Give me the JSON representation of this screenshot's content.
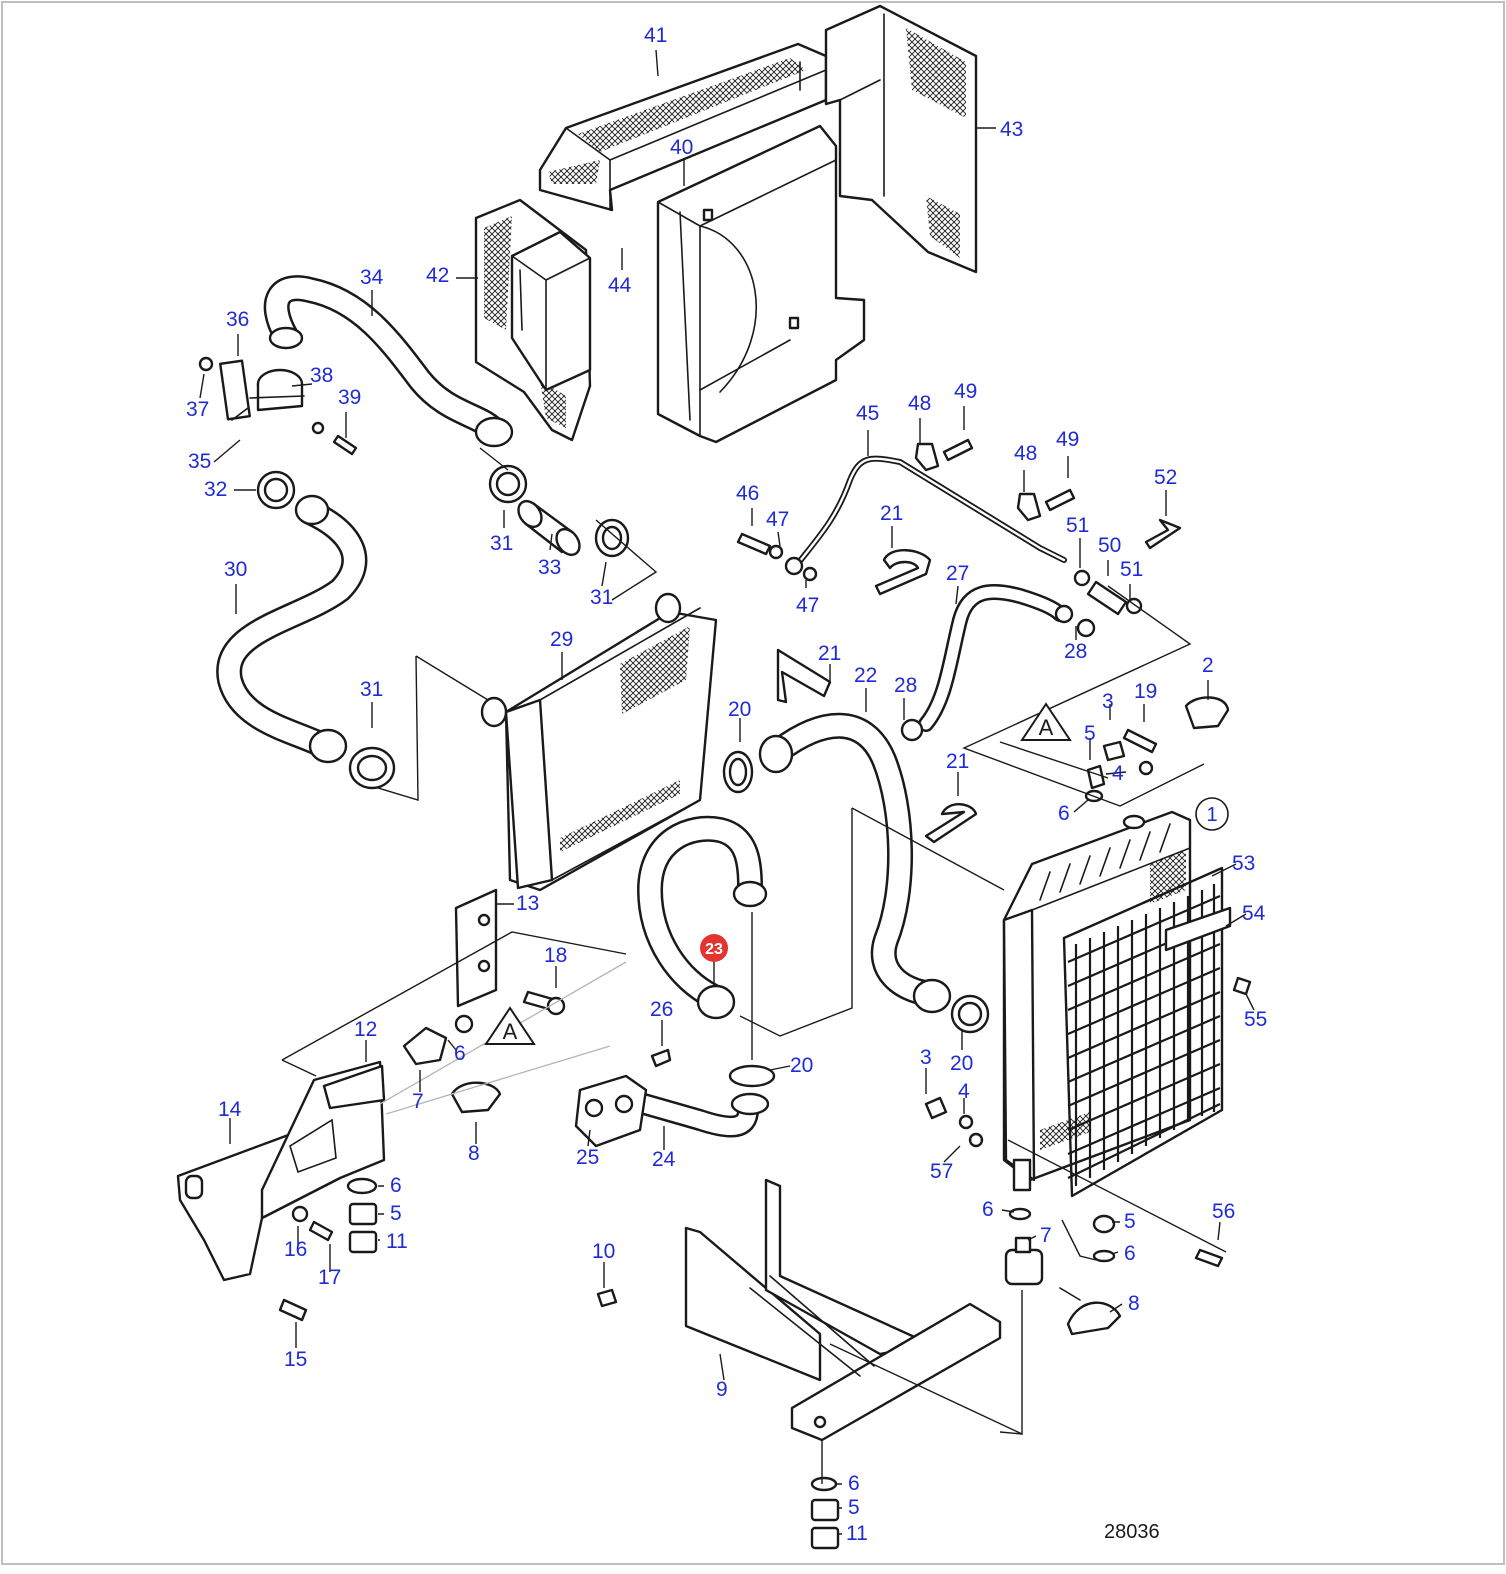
{
  "figure_number": "28036",
  "highlighted_callout": "23",
  "reference_marks": [
    {
      "id": "tri-upper",
      "letter": "A"
    },
    {
      "id": "tri-lower",
      "letter": "A"
    }
  ],
  "circled_label": "1",
  "callouts": [
    {
      "id": "c41",
      "label": "41"
    },
    {
      "id": "c43",
      "label": "43"
    },
    {
      "id": "c40",
      "label": "40"
    },
    {
      "id": "c42",
      "label": "42"
    },
    {
      "id": "c44",
      "label": "44"
    },
    {
      "id": "c34",
      "label": "34"
    },
    {
      "id": "c36",
      "label": "36"
    },
    {
      "id": "c38",
      "label": "38"
    },
    {
      "id": "c39",
      "label": "39"
    },
    {
      "id": "c37",
      "label": "37"
    },
    {
      "id": "c35",
      "label": "35"
    },
    {
      "id": "c32",
      "label": "32"
    },
    {
      "id": "c31a",
      "label": "31"
    },
    {
      "id": "c33",
      "label": "33"
    },
    {
      "id": "c31b",
      "label": "31"
    },
    {
      "id": "c30",
      "label": "30"
    },
    {
      "id": "c29",
      "label": "29"
    },
    {
      "id": "c31c",
      "label": "31"
    },
    {
      "id": "c45",
      "label": "45"
    },
    {
      "id": "c48a",
      "label": "48"
    },
    {
      "id": "c49a",
      "label": "49"
    },
    {
      "id": "c48b",
      "label": "48"
    },
    {
      "id": "c49b",
      "label": "49"
    },
    {
      "id": "c46",
      "label": "46"
    },
    {
      "id": "c47a",
      "label": "47"
    },
    {
      "id": "c47b",
      "label": "47"
    },
    {
      "id": "c21a",
      "label": "21"
    },
    {
      "id": "c52",
      "label": "52"
    },
    {
      "id": "c51a",
      "label": "51"
    },
    {
      "id": "c50",
      "label": "50"
    },
    {
      "id": "c51b",
      "label": "51"
    },
    {
      "id": "c27",
      "label": "27"
    },
    {
      "id": "c28a",
      "label": "28"
    },
    {
      "id": "c21b",
      "label": "21"
    },
    {
      "id": "c22",
      "label": "22"
    },
    {
      "id": "c28b",
      "label": "28"
    },
    {
      "id": "c2",
      "label": "2"
    },
    {
      "id": "c3a",
      "label": "3"
    },
    {
      "id": "c19",
      "label": "19"
    },
    {
      "id": "c5a",
      "label": "5"
    },
    {
      "id": "c4a",
      "label": "4"
    },
    {
      "id": "c20a",
      "label": "20"
    },
    {
      "id": "c21c",
      "label": "21"
    },
    {
      "id": "c6a",
      "label": "6"
    },
    {
      "id": "c53",
      "label": "53"
    },
    {
      "id": "c54",
      "label": "54"
    },
    {
      "id": "c13",
      "label": "13"
    },
    {
      "id": "c18",
      "label": "18"
    },
    {
      "id": "c55",
      "label": "55"
    },
    {
      "id": "c26",
      "label": "26"
    },
    {
      "id": "c12",
      "label": "12"
    },
    {
      "id": "c6b",
      "label": "6"
    },
    {
      "id": "c20b",
      "label": "20"
    },
    {
      "id": "c20c",
      "label": "20"
    },
    {
      "id": "c3b",
      "label": "3"
    },
    {
      "id": "c7a",
      "label": "7"
    },
    {
      "id": "c4b",
      "label": "4"
    },
    {
      "id": "c14",
      "label": "14"
    },
    {
      "id": "c8a",
      "label": "8"
    },
    {
      "id": "c25",
      "label": "25"
    },
    {
      "id": "c24",
      "label": "24"
    },
    {
      "id": "c57",
      "label": "57"
    },
    {
      "id": "c6c",
      "label": "6"
    },
    {
      "id": "c5b",
      "label": "5"
    },
    {
      "id": "c11a",
      "label": "11"
    },
    {
      "id": "c16",
      "label": "16"
    },
    {
      "id": "c17",
      "label": "17"
    },
    {
      "id": "c56",
      "label": "56"
    },
    {
      "id": "c6d",
      "label": "6"
    },
    {
      "id": "c7b",
      "label": "7"
    },
    {
      "id": "c5c",
      "label": "5"
    },
    {
      "id": "c6e",
      "label": "6"
    },
    {
      "id": "c10",
      "label": "10"
    },
    {
      "id": "c8b",
      "label": "8"
    },
    {
      "id": "c15",
      "label": "15"
    },
    {
      "id": "c9",
      "label": "9"
    },
    {
      "id": "c6f",
      "label": "6"
    },
    {
      "id": "c5d",
      "label": "5"
    },
    {
      "id": "c11b",
      "label": "11"
    }
  ]
}
